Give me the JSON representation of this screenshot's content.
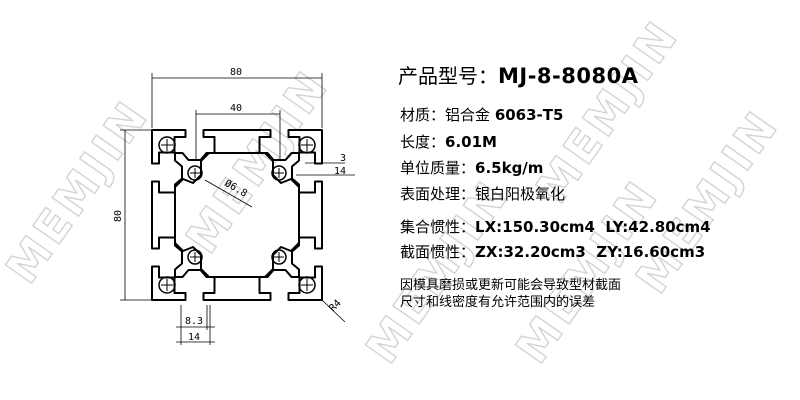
{
  "watermark": "MEMJIN",
  "product": {
    "model_label": "产品型号：",
    "model_value": "MJ-8-8080A",
    "material_label": "材质：",
    "material_value_cn": "铝合金",
    "material_value": "6063-T5",
    "length_label": "长度：",
    "length_value": "6.01M",
    "mass_label": "单位质量：",
    "mass_value": "6.5kg/m",
    "surface_label": "表面处理：",
    "surface_value": "银白阳极氧化",
    "inertia_label": "集合惯性：",
    "inertia_value": "LX:150.30cm4  LY:42.80cm4",
    "section_label": "截面惯性：",
    "section_value": "ZX:32.20cm3  ZY:16.60cm3",
    "note_line1": "因模具磨损或更新可能会导致型材截面",
    "note_line2": "尺寸和线密度有允许范围内的误差"
  },
  "drawing": {
    "width_dim": "80",
    "slot_pitch_dim": "40",
    "height_dim": "80",
    "slot_3_dim": "3",
    "slot_14_dim_right": "14",
    "hole_dim": "Ø6.8",
    "slot_opening_dim": "8.3",
    "slot_14_dim_bottom": "14",
    "radius_dim": "R4"
  }
}
